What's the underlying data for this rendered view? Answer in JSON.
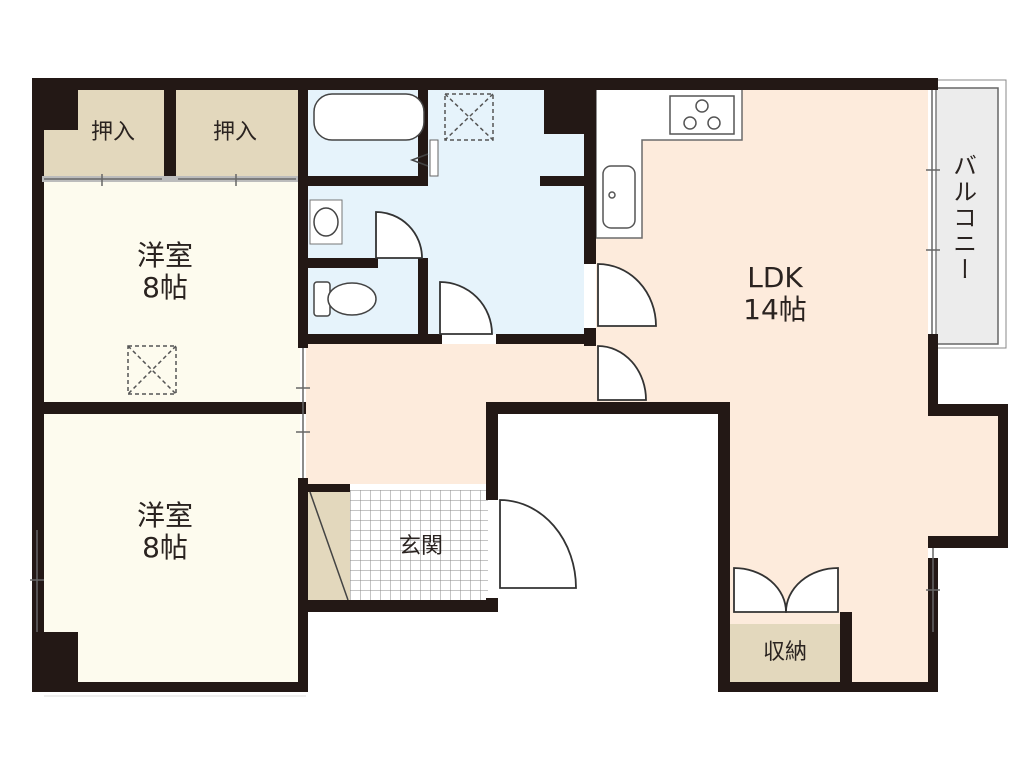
{
  "floorplan": {
    "colors": {
      "wall": "#231815",
      "western_room": "#fdfbee",
      "ldk": "#fdebdc",
      "wet_area": "#e6f3fb",
      "storage": "#e3d8bd",
      "balcony": "#ececec",
      "background": "#ffffff"
    },
    "rooms": {
      "closet_1": {
        "label": "押入"
      },
      "closet_2": {
        "label": "押入"
      },
      "western_room_1": {
        "name": "洋室",
        "size": "8帖"
      },
      "western_room_2": {
        "name": "洋室",
        "size": "8帖"
      },
      "ldk": {
        "name": "LDK",
        "size": "14帖"
      },
      "balcony": {
        "label": "バルコニー"
      },
      "entrance": {
        "label": "玄関"
      },
      "storage": {
        "label": "収納"
      }
    }
  }
}
